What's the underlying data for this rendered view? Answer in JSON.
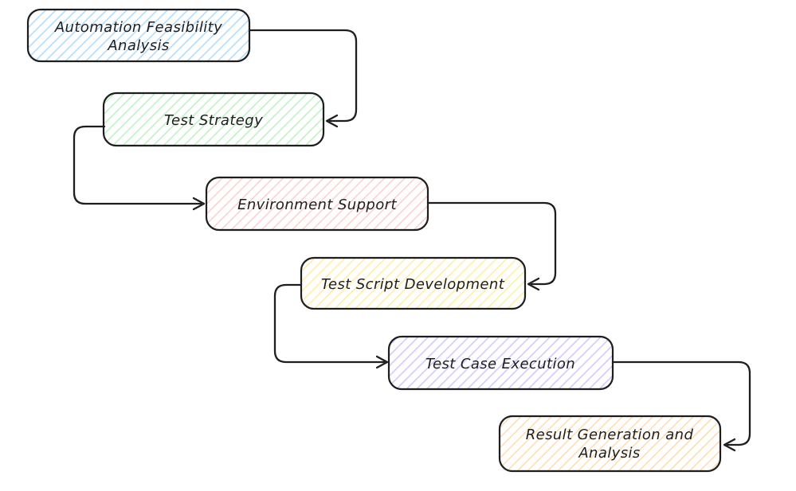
{
  "canvas": {
    "background": "#ffffff",
    "stroke_color": "#1e1e1e",
    "text_color": "#1e1e1e"
  },
  "nodes": [
    {
      "id": "automation-feasibility-analysis",
      "label": "Automation Feasibility Analysis",
      "lines": [
        "Automation Feasibility",
        "Analysis"
      ],
      "fill": "#a5d8ff"
    },
    {
      "id": "test-strategy",
      "label": "Test Strategy",
      "lines": [
        "Test Strategy"
      ],
      "fill": "#b2f2bb"
    },
    {
      "id": "environment-support",
      "label": "Environment Support",
      "lines": [
        "Environment Support"
      ],
      "fill": "#ffc9c9"
    },
    {
      "id": "test-script-development",
      "label": "Test Script Development",
      "lines": [
        "Test Script Development"
      ],
      "fill": "#ffec99"
    },
    {
      "id": "test-case-execution",
      "label": "Test Case Execution",
      "lines": [
        "Test Case Execution"
      ],
      "fill": "#d0bfff"
    },
    {
      "id": "result-generation-and-analysis",
      "label": "Result Generation and Analysis",
      "lines": [
        "Result Generation and",
        "Analysis"
      ],
      "fill": "#ffd8a8"
    }
  ],
  "edges": [
    {
      "from": "automation-feasibility-analysis",
      "to": "test-strategy",
      "route": "right-down-left"
    },
    {
      "from": "test-strategy",
      "to": "environment-support",
      "route": "left-down-right"
    },
    {
      "from": "environment-support",
      "to": "test-script-development",
      "route": "right-down-left"
    },
    {
      "from": "test-script-development",
      "to": "test-case-execution",
      "route": "left-down-right"
    },
    {
      "from": "test-case-execution",
      "to": "result-generation-and-analysis",
      "route": "right-down-left"
    }
  ]
}
